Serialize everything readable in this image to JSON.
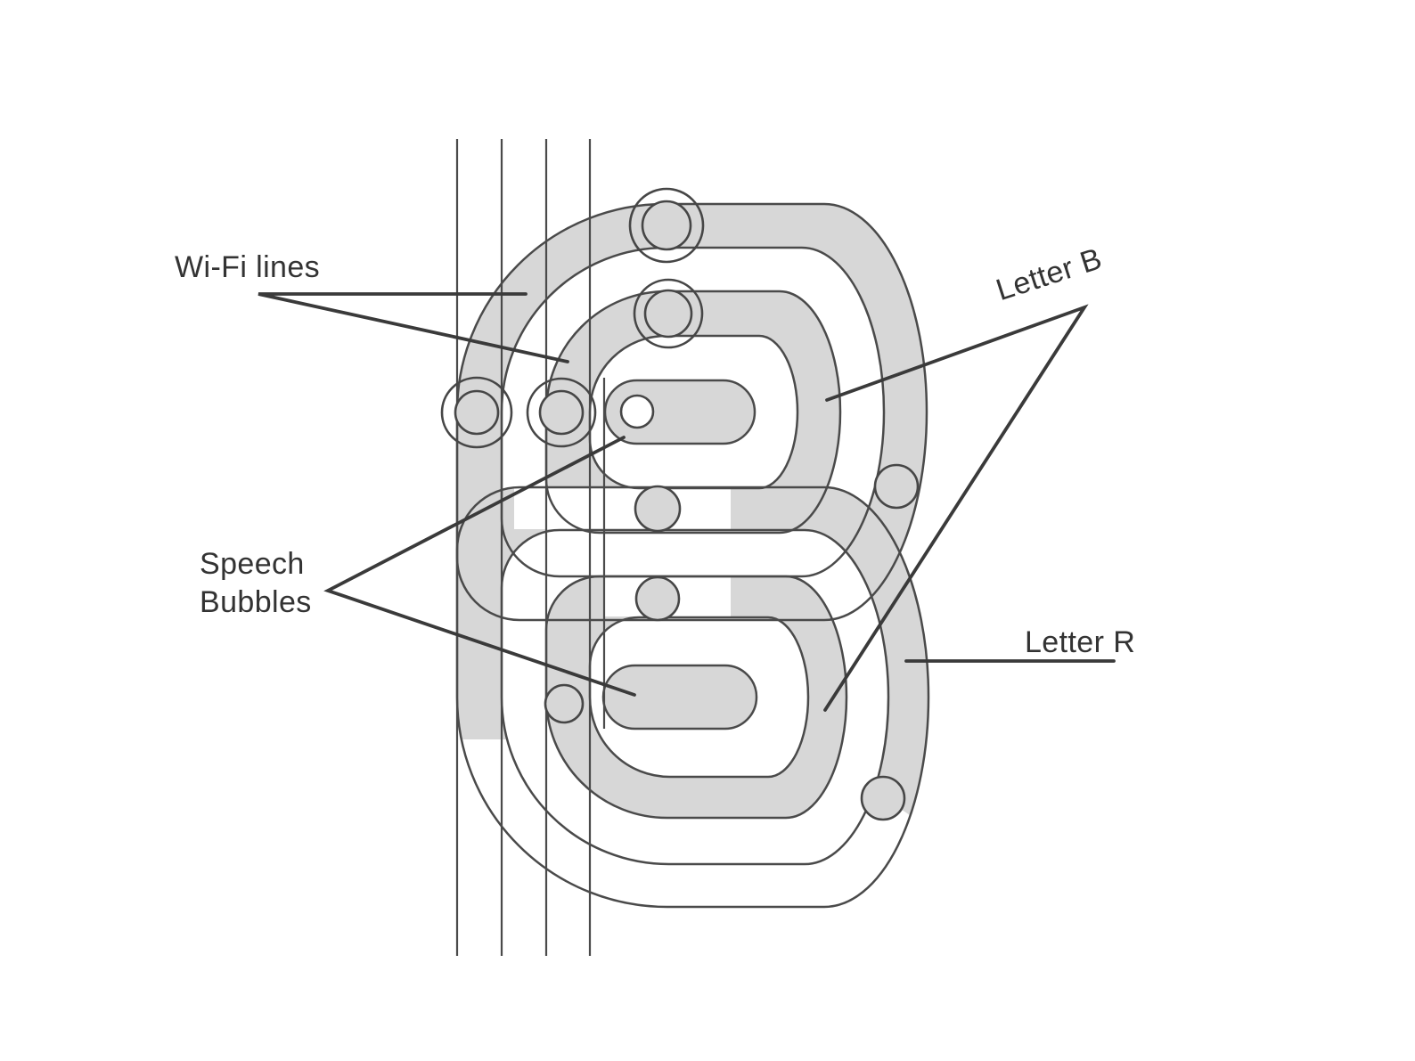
{
  "diagram": {
    "description": "Logo construction sheet: letter B built from Wi-Fi arc bands, speech bubbles, letter B and letter R shapes",
    "colors": {
      "band-gray": "#d7d7d7",
      "outline": "#4a4a4a",
      "pointer": "#3a3a3a",
      "text": "#333333",
      "bg": "#ffffff"
    },
    "annotations": {
      "wifi": {
        "label": "Wi-Fi lines"
      },
      "speech": {
        "label_line1": "Speech",
        "label_line2": "Bubbles"
      },
      "letter_b": {
        "label": "Letter B"
      },
      "letter_r": {
        "label": "Letter R"
      }
    },
    "elements": {
      "wifi_line_count": 4,
      "speech_bubble_count": 10
    }
  }
}
